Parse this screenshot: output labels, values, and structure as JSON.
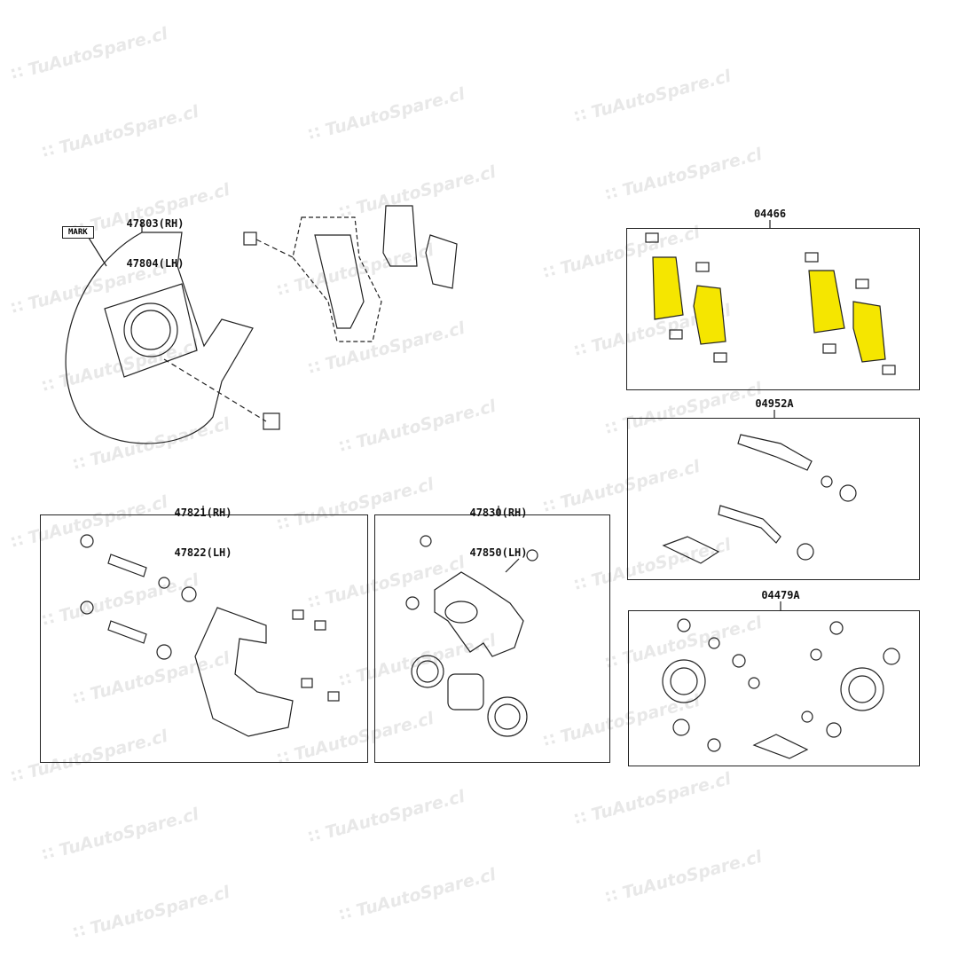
{
  "watermark": "TuAutoSpare.cl",
  "colors": {
    "highlight": "#f5e600",
    "line": "#222222"
  },
  "parts": {
    "backing_plate": {
      "rh": "47803(RH)",
      "lh": "47804(LH)",
      "mark_label": "MARK"
    },
    "pad_kit": {
      "number": "04466"
    },
    "caliper_kit": {
      "number": "04952A"
    },
    "cylinder_kit": {
      "number": "04479A"
    },
    "caliper_mount": {
      "rh": "47821(RH)",
      "lh": "47822(LH)"
    },
    "caliper": {
      "rh": "47830(RH)",
      "lh": "47850(LH)"
    }
  }
}
